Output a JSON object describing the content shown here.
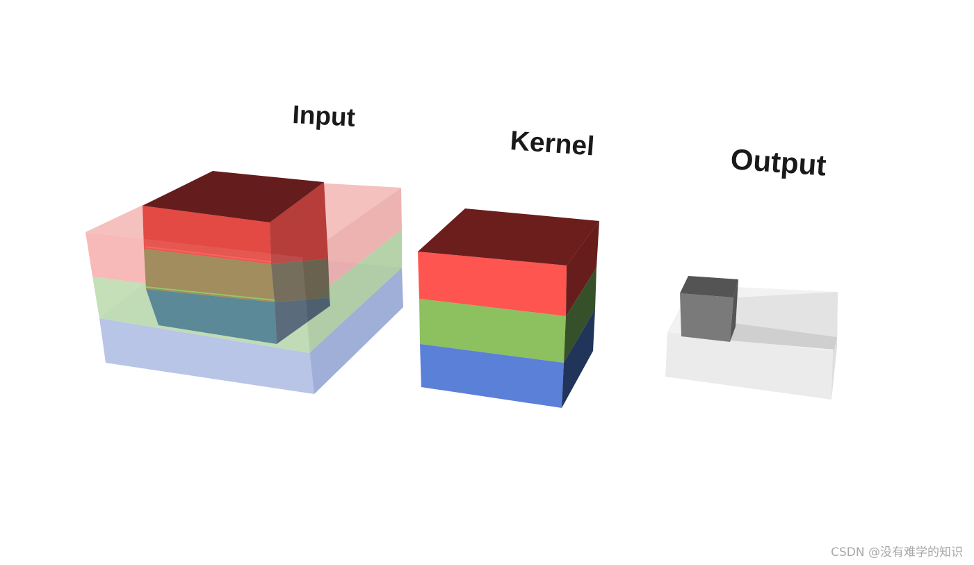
{
  "labels": {
    "input": "Input",
    "kernel": "Kernel",
    "output": "Output"
  },
  "watermark": "CSDN @没有难学的知识",
  "colors": {
    "red": "#ff5550",
    "green": "#8dc05e",
    "blue": "#5a80d8",
    "red_top": "#6b1e1c",
    "output_cell": "#7a7a7a",
    "output_block": "#e6e6e6"
  }
}
